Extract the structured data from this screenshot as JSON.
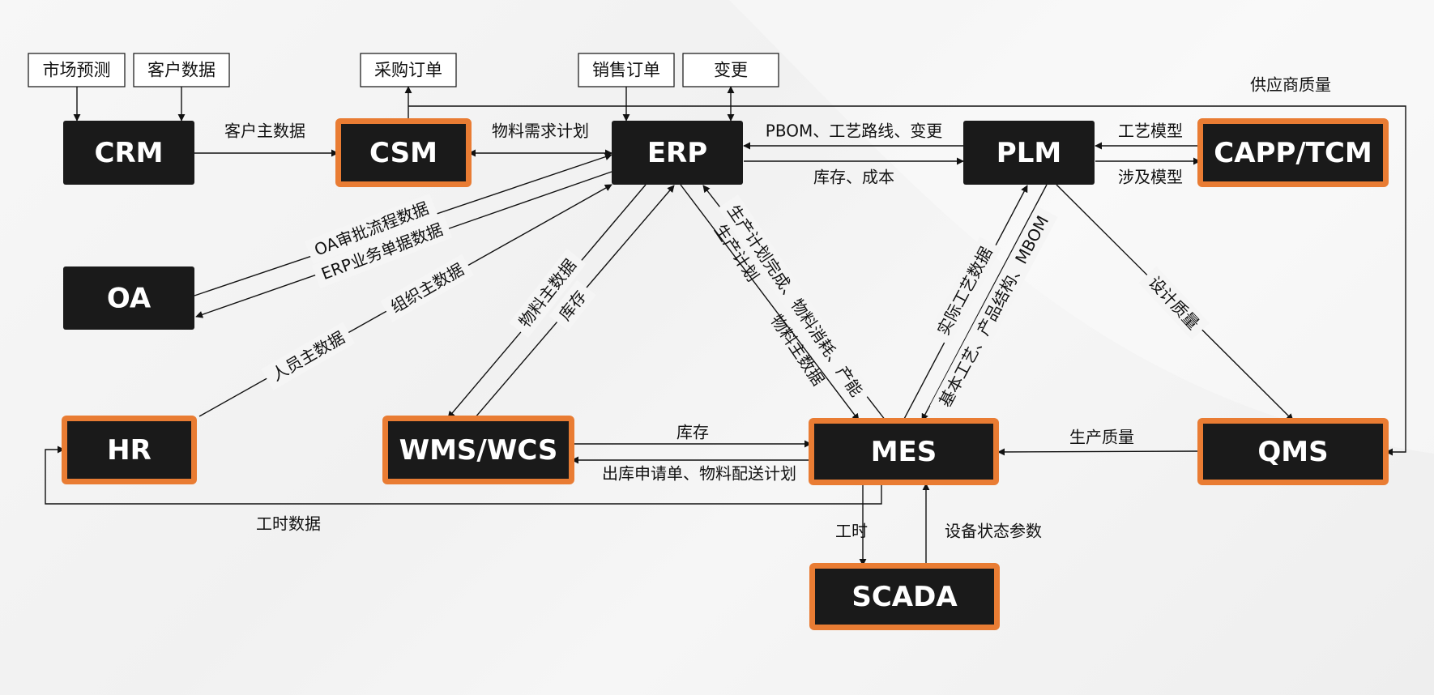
{
  "title": "企业系统集成架构图",
  "colors": {
    "node_fill": "#1a1a1a",
    "node_border_highlight": "#e97c33",
    "node_text": "#ffffff",
    "line": "#111111",
    "background": "#f4f4f4"
  },
  "systems": {
    "crm": {
      "label": "CRM",
      "highlighted": false
    },
    "csm": {
      "label": "CSM",
      "highlighted": true
    },
    "erp": {
      "label": "ERP",
      "highlighted": false
    },
    "plm": {
      "label": "PLM",
      "highlighted": false
    },
    "capp": {
      "label": "CAPP/TCM",
      "highlighted": true
    },
    "oa": {
      "label": "OA",
      "highlighted": false
    },
    "hr": {
      "label": "HR",
      "highlighted": true
    },
    "wms": {
      "label": "WMS/WCS",
      "highlighted": true
    },
    "mes": {
      "label": "MES",
      "highlighted": true
    },
    "qms": {
      "label": "QMS",
      "highlighted": true
    },
    "scada": {
      "label": "SCADA",
      "highlighted": true
    }
  },
  "sources": {
    "market_forecast": "市场预测",
    "customer_data": "客户数据",
    "purchase_order": "采购订单",
    "sales_order": "销售订单",
    "change": "变更"
  },
  "flows": {
    "crm_csm": "客户主数据",
    "csm_erp": "物料需求计划",
    "plm_erp": "PBOM、工艺路线、变更",
    "erp_plm": "库存、成本",
    "capp_plm": "工艺模型",
    "plm_capp": "涉及模型",
    "supplier_quality": "供应商质量",
    "oa_erp": "OA审批流程数据",
    "erp_oa": "ERP业务单据数据",
    "org_master": "组织主数据",
    "hr_master": "人员主数据",
    "erp_wms": "物料主数据",
    "wms_erp": "库存",
    "mes_erp": "生产计划完成、物料消耗、产能",
    "erp_mes_a": "生产计划",
    "erp_mes_b": "物料主数据",
    "mes_plm": "实际工艺数据",
    "plm_mes": "基本工艺、产品结构、MBOM",
    "plm_qms": "设计质量",
    "wms_mes": "库存",
    "mes_wms": "出库申请单、物料配送计划",
    "qms_mes": "生产质量",
    "mes_hr": "工时数据",
    "mes_scada": "工时",
    "scada_mes": "设备状态参数"
  }
}
